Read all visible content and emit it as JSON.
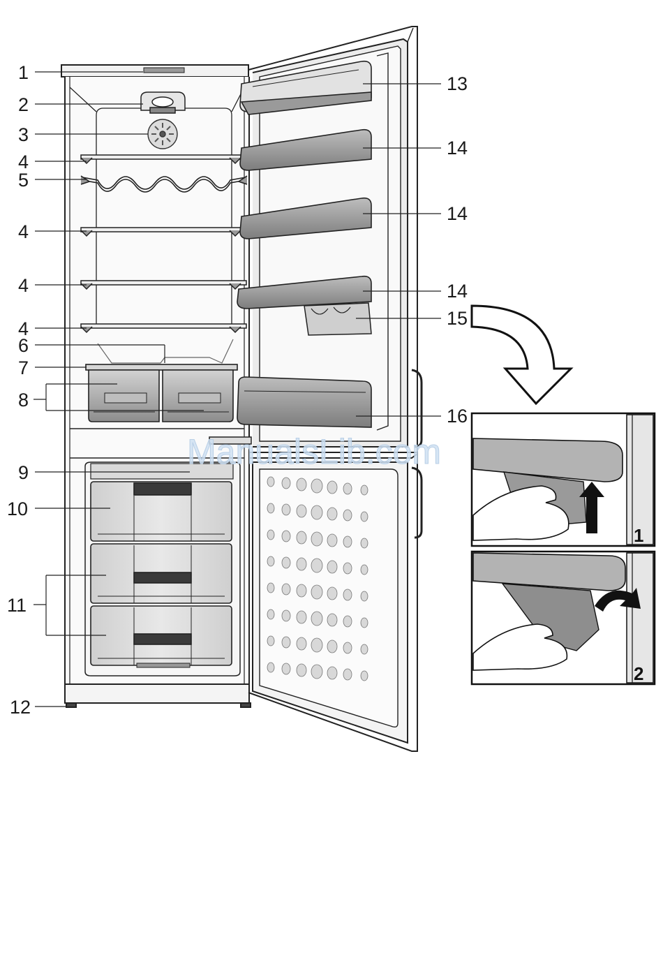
{
  "watermark": "ManualsLib.com",
  "callouts": {
    "c1": "1",
    "c2": "2",
    "c3": "3",
    "c4a": "4",
    "c5": "5",
    "c4b": "4",
    "c4c": "4",
    "c4d": "4",
    "c6": "6",
    "c7": "7",
    "c8": "8",
    "c9": "9",
    "c10": "10",
    "c11": "11",
    "c12": "12",
    "c13": "13",
    "c14a": "14",
    "c14b": "14",
    "c14c": "14",
    "c15": "15",
    "c16": "16"
  },
  "steps": {
    "s1": "1",
    "s2": "2"
  },
  "colors": {
    "line": "#222222",
    "shelf_fill": "#c9c9c9",
    "bin_fill": "#a9a9a9",
    "panel_fill": "#eeeeee",
    "watermark": "#cfe0f2"
  }
}
